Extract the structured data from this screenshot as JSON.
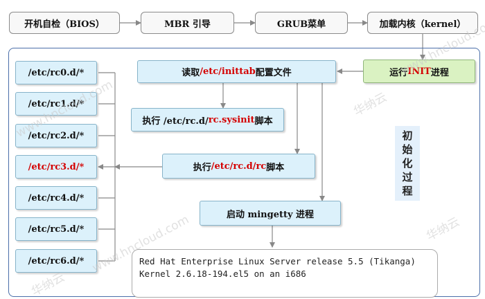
{
  "top_flow": [
    {
      "id": "bios",
      "text": "开机自检（BIOS）"
    },
    {
      "id": "mbr",
      "text": "MBR 引导"
    },
    {
      "id": "grub",
      "text": "GRUB菜单"
    },
    {
      "id": "kernel",
      "text": "加载内核（kernel）"
    }
  ],
  "init_box": {
    "prefix": "运行 ",
    "highlight": "INIT",
    "suffix": " 进程"
  },
  "inittab_box": {
    "prefix": "读取",
    "highlight": "/etc/inittab",
    "suffix": "配置文件"
  },
  "sysinit_box": {
    "prefix": "执行 /etc/rc.d/",
    "highlight": "rc.sysinit",
    "suffix": " 脚本"
  },
  "rc_box": {
    "prefix": "执行",
    "highlight": "/etc/rc.d/rc",
    "suffix": "脚本"
  },
  "mingetty_box": {
    "text": "启动 mingetty 进程"
  },
  "rc_dirs": [
    "/etc/rc0.d/*",
    "/etc/rc1.d/*",
    "/etc/rc2.d/*",
    "/etc/rc3.d/*",
    "/etc/rc4.d/*",
    "/etc/rc5.d/*",
    "/etc/rc6.d/*"
  ],
  "rc_dirs_highlighted": "/etc/rc3.d/*",
  "side_label": [
    "初",
    "始",
    "化",
    "过",
    "程"
  ],
  "console": {
    "line1": "Red Hat Enterprise Linux Server release 5.5 (Tikanga)",
    "line2": "Kernel 2.6.18-194.el5 on an i686"
  },
  "watermark": {
    "domain": "www.hncloud.com",
    "brand": "华纳云"
  },
  "colors": {
    "highlight": "#d40000",
    "arrow": "#888888",
    "frame": "#4a6ea9",
    "box_blue": "#dcf1fb",
    "box_green": "#daf2c2"
  }
}
